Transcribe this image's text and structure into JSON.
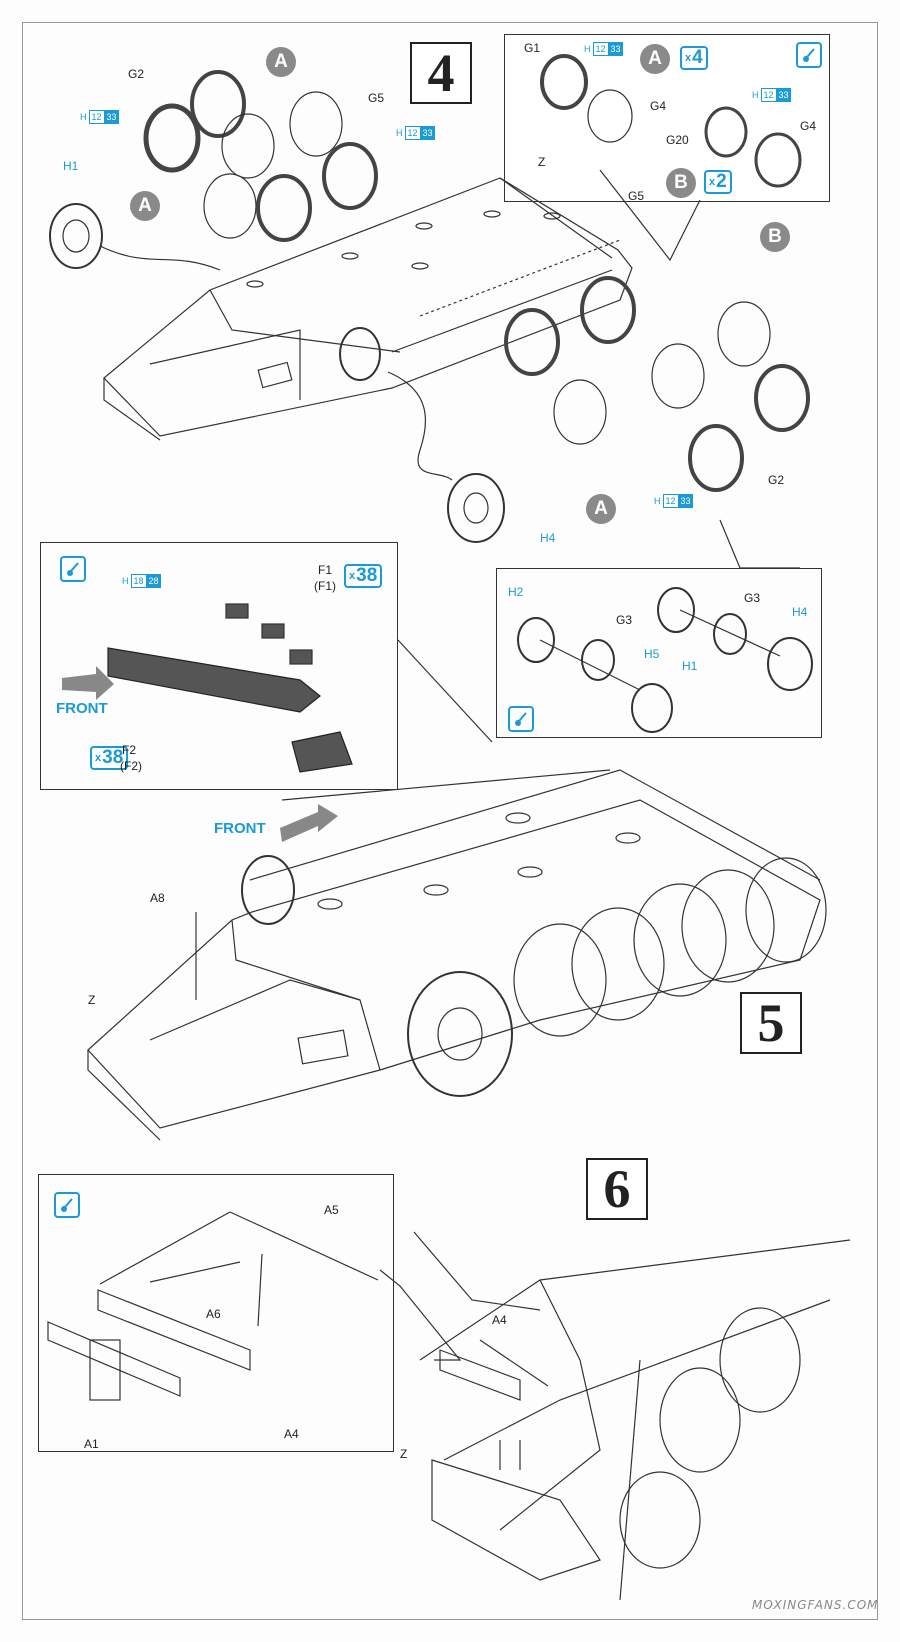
{
  "steps": {
    "s4": "4",
    "s5": "5",
    "s6": "6"
  },
  "step4": {
    "callout_a": "A",
    "callout_a2": "A",
    "callout_a3": "A",
    "callout_b": "B",
    "g2": "G2",
    "g5": "G5",
    "h1": "H1",
    "z": "Z",
    "g5b": "G5",
    "g2b": "G2",
    "h4": "H4",
    "paint1": {
      "h": "H",
      "n1": "12",
      "n2": "33"
    },
    "paint2": {
      "h": "H",
      "n1": "12",
      "n2": "33"
    },
    "paint3": {
      "h": "H",
      "n1": "12",
      "n2": "33"
    }
  },
  "inset_top": {
    "g1": "G1",
    "g4": "G4",
    "g20": "G20",
    "g4b": "G4",
    "callout_a": "A",
    "callout_b": "B",
    "mult_a": "4",
    "mult_b": "2",
    "x": "x",
    "paint1": {
      "h": "H",
      "n1": "12",
      "n2": "33"
    },
    "paint2": {
      "h": "H",
      "n1": "12",
      "n2": "33"
    }
  },
  "inset_track": {
    "f1": "F1",
    "f1p": "(F1)",
    "f2": "F2",
    "f2p": "(F2)",
    "mult1": "38",
    "mult2": "38",
    "x": "x",
    "front": "FRONT",
    "paint": {
      "h": "H",
      "n1": "18",
      "n2": "28"
    }
  },
  "inset_sprocket": {
    "h2": "H2",
    "g3": "G3",
    "g3b": "G3",
    "h4": "H4",
    "h5": "H5",
    "h1": "H1"
  },
  "step5": {
    "front": "FRONT",
    "a8": "A8",
    "z": "Z"
  },
  "inset_susp": {
    "a5": "A5",
    "a6": "A6",
    "a1": "A1",
    "a4": "A4"
  },
  "step6": {
    "a4": "A4",
    "z": "Z"
  },
  "watermark": "MOXINGFANS.COM",
  "colors": {
    "accent": "#1a9ad6",
    "callout": "#8a8a8a",
    "line": "#333333"
  }
}
